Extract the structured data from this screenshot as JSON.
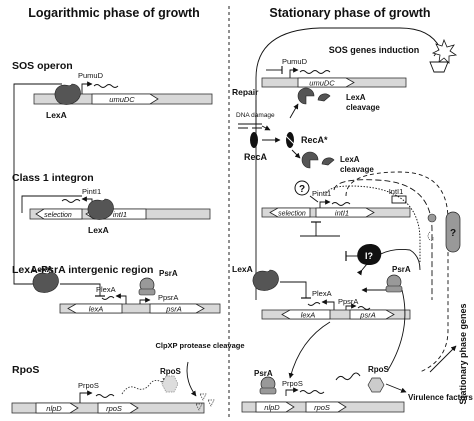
{
  "left_panel": {
    "title": "Logarithmic phase of growth",
    "sos": {
      "heading": "SOS operon",
      "promoter": "PumuD",
      "gene": "umuDC",
      "repressor": "LexA"
    },
    "integron": {
      "heading": "Class 1 integron",
      "promoter": "PintI1",
      "gene_left": "selection",
      "gene_right": "intI1",
      "repressor": "LexA"
    },
    "intergenic": {
      "heading": "LexA-PsrA intergenic region",
      "repressor_left": "LexA",
      "repressor_right": "PsrA",
      "promoter_lexa": "PlexA",
      "promoter_psra": "PpsrA",
      "gene_left": "lexA",
      "gene_right": "psrA"
    },
    "rpos": {
      "heading": "RpoS",
      "promoter": "PrpoS",
      "gene_left": "nlpD",
      "gene_right": "rpoS",
      "protein": "RpoS",
      "protease_note": "ClpXP protease cleavage"
    }
  },
  "right_panel": {
    "title": "Stationary phase of growth",
    "sos_induction": "SOS genes induction",
    "sos_promoter": "PumuD",
    "sos_gene": "umuDC",
    "lexa_cleavage_1": "LexA cleavage",
    "repair": "Repair",
    "dna_damage": "DNA damage",
    "reca": "RecA",
    "reca_active": "RecA*",
    "lexa_cleavage_2": "LexA cleavage",
    "question_1": "?",
    "integron_promoter": "PintI1",
    "integron_gene_left": "selection",
    "integron_gene_right": "intI1",
    "inti1_box": "IntI1",
    "question_2": "?",
    "question_3": "I?",
    "lexa": "LexA",
    "psra": "PsrA",
    "promoter_lexa": "PlexA",
    "promoter_psra": "PpsrA",
    "gene_lexa": "lexA",
    "gene_psra": "psrA",
    "stationary_genes": "Stationary phase genes",
    "psra_bottom": "PsrA",
    "promoter_rpos": "PrpoS",
    "rpos_protein": "RpoS",
    "virulence": "Virulence factors",
    "gene_nlpd": "nlpD",
    "gene_rpos": "rpoS"
  },
  "colors": {
    "protein_dark": "#555555",
    "protein_light": "#999999",
    "dna_bar": "#d8d8d8",
    "line": "#111111"
  }
}
